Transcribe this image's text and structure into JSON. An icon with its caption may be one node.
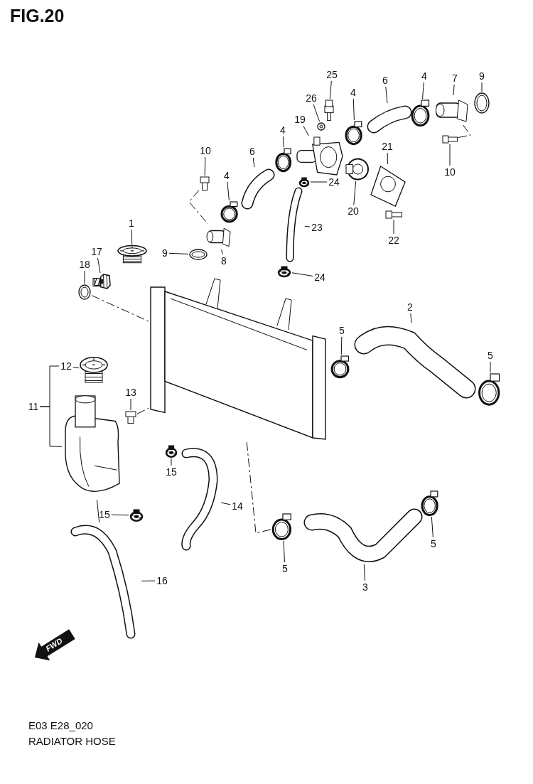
{
  "diagram": {
    "title": "FIG.20",
    "nodes": [
      {
        "text": [
          "25"
        ]
      },
      {
        "text": [],
        "shape": "picture"
      },
      {
        "text": [
          "26"
        ]
      },
      {
        "text": [],
        "shape": "picture"
      },
      {
        "text": [
          "6"
        ]
      },
      {
        "text": [],
        "shape": "picture"
      },
      {
        "text": [
          "4"
        ]
      },
      {
        "text": [],
        "shape": "picture"
      },
      {
        "text": [
          "7"
        ]
      },
      {
        "text": [],
        "shape": "picture"
      },
      {
        "text": [
          "9"
        ]
      },
      {
        "text": [],
        "shape": "picture"
      },
      {
        "text": [
          "4"
        ]
      },
      {
        "text": [],
        "shape": "picture"
      },
      {
        "text": [
          "19"
        ]
      },
      {
        "text": [],
        "shape": "picture"
      },
      {
        "text": [
          "4"
        ]
      },
      {
        "text": [],
        "shape": "picture"
      },
      {
        "text": [
          "6"
        ]
      },
      {
        "text": [],
        "shape": "picture"
      },
      {
        "text": [
          "10"
        ]
      },
      {
        "text": [],
        "shape": "picture"
      },
      {
        "text": [
          "4"
        ]
      },
      {
        "text": [],
        "shape": "picture"
      },
      {
        "text": [
          "21"
        ]
      },
      {
        "text": [],
        "shape": "picture"
      },
      {
        "text": [
          "24"
        ]
      },
      {
        "text": [],
        "shape": "picture"
      },
      {
        "text": [
          "20"
        ]
      },
      {
        "text": [],
        "shape": "picture"
      },
      {
        "text": [
          "10"
        ]
      },
      {
        "text": [],
        "shape": "picture"
      },
      {
        "text": [
          "22"
        ]
      },
      {
        "text": [],
        "shape": "picture"
      },
      {
        "text": [
          "23"
        ]
      },
      {
        "text": [],
        "shape": "picture"
      },
      {
        "text": [
          "9"
        ]
      },
      {
        "text": [],
        "shape": "picture"
      },
      {
        "text": [
          "8"
        ]
      },
      {
        "text": [],
        "shape": "picture"
      },
      {
        "text": [
          "24"
        ]
      },
      {
        "text": [],
        "shape": "picture"
      },
      {
        "text": [
          "1"
        ]
      },
      {
        "text": [],
        "shape": "picture"
      },
      {
        "text": [
          "17"
        ]
      },
      {
        "text": [],
        "shape": "picture"
      },
      {
        "text": [
          "18"
        ]
      },
      {
        "text": [],
        "shape": "picture"
      },
      {
        "text": [],
        "shape": "picture"
      },
      {
        "text": [
          "2"
        ]
      },
      {
        "text": [],
        "shape": "picture"
      },
      {
        "text": [
          "5"
        ]
      },
      {
        "text": [],
        "shape": "picture"
      },
      {
        "text": [
          "5"
        ]
      },
      {
        "text": [],
        "shape": "picture"
      },
      {
        "text": [
          "12"
        ]
      },
      {
        "text": [],
        "shape": "picture"
      },
      {
        "text": [
          "11"
        ]
      },
      {
        "text": [],
        "shape": "picture"
      },
      {
        "text": [
          "13"
        ]
      },
      {
        "text": [],
        "shape": "picture"
      },
      {
        "text": [
          "15"
        ]
      },
      {
        "text": [],
        "shape": "picture"
      },
      {
        "text": [
          "14"
        ]
      },
      {
        "text": [],
        "shape": "picture"
      },
      {
        "text": [
          "15"
        ]
      },
      {
        "text": [],
        "shape": "picture"
      },
      {
        "text": [
          "16"
        ]
      },
      {
        "text": [],
        "shape": "picture"
      },
      {
        "text": [
          "5"
        ]
      },
      {
        "text": [],
        "shape": "picture"
      },
      {
        "text": [
          "5"
        ]
      },
      {
        "text": [],
        "shape": "picture"
      },
      {
        "text": [
          "3"
        ]
      },
      {
        "text": [],
        "shape": "picture"
      }
    ],
    "edges": [
      {
        "from": 0,
        "to": 1,
        "arrow": "none"
      },
      {
        "from": 2,
        "to": 3,
        "arrow": "none"
      },
      {
        "from": 4,
        "to": 5,
        "arrow": "none"
      },
      {
        "from": 6,
        "to": 7,
        "arrow": "none"
      },
      {
        "from": 8,
        "to": 9,
        "arrow": "none"
      },
      {
        "from": 10,
        "to": 11,
        "arrow": "none"
      },
      {
        "from": 12,
        "to": 13,
        "arrow": "none"
      },
      {
        "from": 14,
        "to": 15,
        "arrow": "none"
      },
      {
        "from": 16,
        "to": 17,
        "arrow": "none"
      },
      {
        "from": 18,
        "to": 19,
        "arrow": "none"
      },
      {
        "from": 20,
        "to": 21,
        "arrow": "none"
      },
      {
        "from": 22,
        "to": 23,
        "arrow": "none"
      },
      {
        "from": 24,
        "to": 25,
        "arrow": "none"
      },
      {
        "from": 26,
        "to": 27,
        "arrow": "none"
      },
      {
        "from": 28,
        "to": 29,
        "arrow": "none"
      },
      {
        "from": 30,
        "to": 31,
        "arrow": "none"
      },
      {
        "from": 32,
        "to": 33,
        "arrow": "none"
      },
      {
        "from": 34,
        "to": 35,
        "arrow": "none"
      },
      {
        "from": 36,
        "to": 37,
        "arrow": "none"
      },
      {
        "from": 38,
        "to": 39,
        "arrow": "none"
      },
      {
        "from": 40,
        "to": 41,
        "arrow": "none"
      },
      {
        "from": 42,
        "to": 43,
        "arrow": "none"
      },
      {
        "from": 44,
        "to": 45,
        "arrow": "none"
      },
      {
        "from": 46,
        "to": 47,
        "arrow": "none"
      },
      {
        "from": 49,
        "to": 50,
        "arrow": "none"
      },
      {
        "from": 51,
        "to": 52,
        "arrow": "none"
      },
      {
        "from": 53,
        "to": 54,
        "arrow": "none"
      },
      {
        "from": 55,
        "to": 56,
        "arrow": "none"
      },
      {
        "from": 57,
        "to": 58,
        "arrow": "none"
      },
      {
        "from": 59,
        "to": 60,
        "arrow": "none"
      },
      {
        "from": 61,
        "to": 62,
        "arrow": "none"
      },
      {
        "from": 63,
        "to": 64,
        "arrow": "none"
      },
      {
        "from": 65,
        "to": 66,
        "arrow": "none"
      },
      {
        "from": 67,
        "to": 68,
        "arrow": "none"
      },
      {
        "from": 69,
        "to": 70,
        "arrow": "none"
      },
      {
        "from": 71,
        "to": 72,
        "arrow": "none"
      },
      {
        "from": 73,
        "to": 74,
        "arrow": "none"
      },
      {
        "from": 47,
        "to": 48,
        "arrow": "none",
        "style": "dashed"
      },
      {
        "from": 21,
        "to": 39,
        "arrow": "none",
        "style": "dashed"
      },
      {
        "from": 31,
        "to": 9,
        "arrow": "none",
        "style": "dashed"
      },
      {
        "from": 60,
        "to": 48,
        "arrow": "none",
        "style": "dashed"
      },
      {
        "from": 70,
        "to": 48,
        "arrow": "none",
        "style": "dashed"
      },
      {
        "from": 58,
        "to": 68,
        "arrow": "none"
      },
      {
        "from": 57,
        "to": 55,
        "arrow": "none"
      }
    ],
    "labels": [
      "FWD",
      "E03 E28_020",
      "RADIATOR HOSE"
    ]
  }
}
